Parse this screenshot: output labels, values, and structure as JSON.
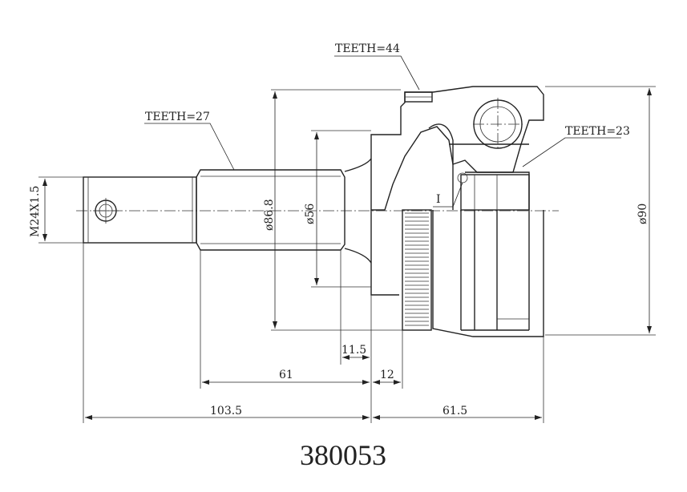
{
  "labels": {
    "teeth_outer": "TEETH=44",
    "teeth_shaft": "TEETH=27",
    "teeth_inner": "TEETH=23",
    "detail": "I",
    "thread": "M24X1.5",
    "dia_spline": "ø86.8",
    "dia_seat": "ø56",
    "dia_body": "ø90",
    "dim_11_5": "11.5",
    "dim_61": "61",
    "dim_12": "12",
    "dim_103_5": "103.5",
    "dim_61_5": "61.5"
  },
  "part_number": "380053"
}
